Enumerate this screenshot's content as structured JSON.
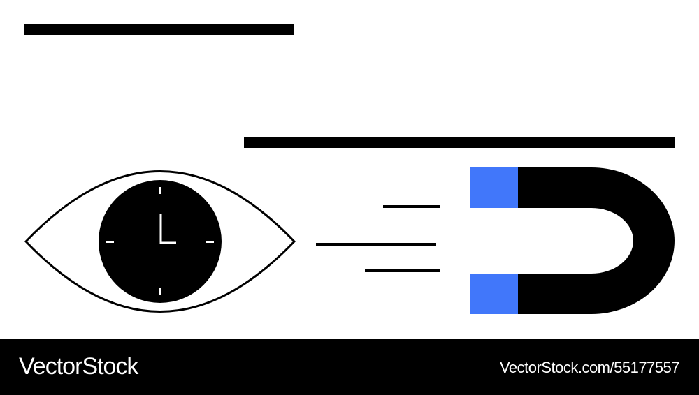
{
  "illustration": {
    "description": "Eye with clock pupil, speed lines, and horseshoe magnet",
    "colors": {
      "ink": "#000000",
      "accent": "#4177FA",
      "background": "#FFFFFF"
    },
    "icons": [
      "eye-icon",
      "clock-icon",
      "speed-lines-icon",
      "magnet-icon"
    ]
  },
  "footer": {
    "brand": "VectorStock",
    "url": "VectorStock.com/55177557"
  }
}
